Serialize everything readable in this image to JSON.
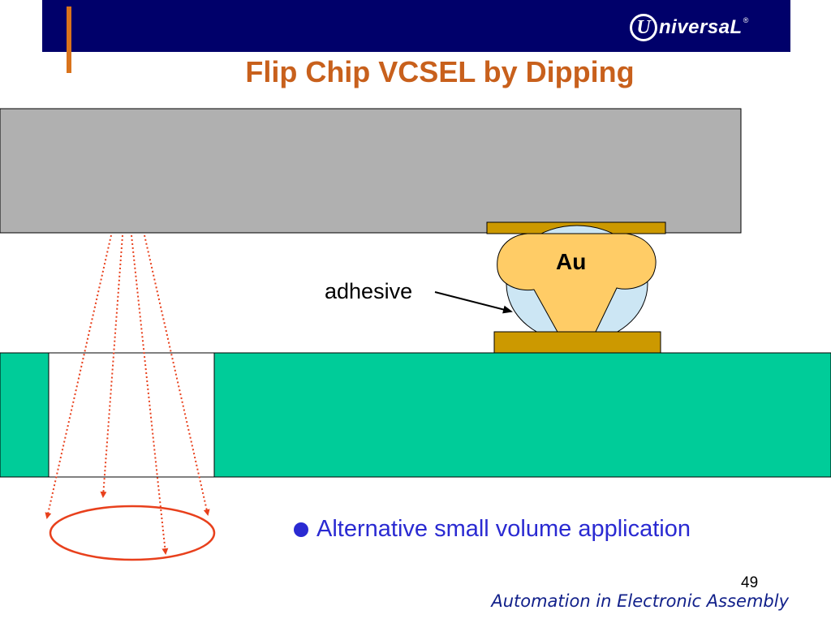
{
  "header": {
    "logo_mark": "U",
    "logo_text": "niversaL",
    "logo_reg": "®"
  },
  "title": "Flip Chip VCSEL by Dipping",
  "labels": {
    "adhesive": "adhesive",
    "au": "Au"
  },
  "bullet": {
    "text": "Alternative small volume application"
  },
  "footer": {
    "page_number": "49",
    "tagline": "Automation in Electronic Assembly"
  },
  "colors": {
    "header_bar": "#00006a",
    "accent": "#d9731c",
    "title": "#c8601c",
    "chip": "#b0b0b0",
    "substrate": "#00cc99",
    "pad": "#cc9900",
    "bump": "#ffcc66",
    "adhesive": "#cce6f4",
    "light_ray": "#e8401c",
    "bullet_text": "#2a2ad2",
    "footer_text": "#11208a"
  }
}
